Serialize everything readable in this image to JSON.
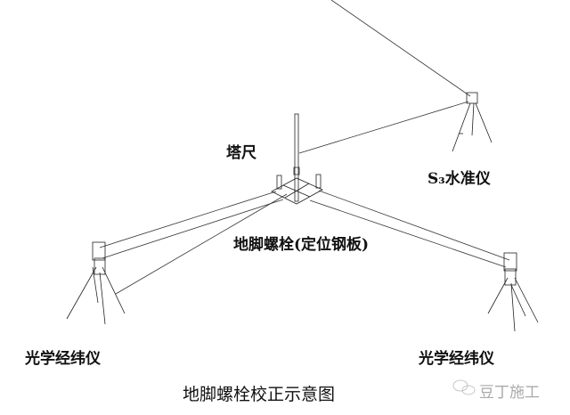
{
  "labels": {
    "staff": "塔尺",
    "level": "S₃水准仪",
    "bolt": "地脚螺栓(定位钢板)",
    "theodolite_left": "光学经纬仪",
    "theodolite_right": "光学经纬仪"
  },
  "caption": "地脚螺栓校正示意图",
  "watermark": "豆丁施工"
}
